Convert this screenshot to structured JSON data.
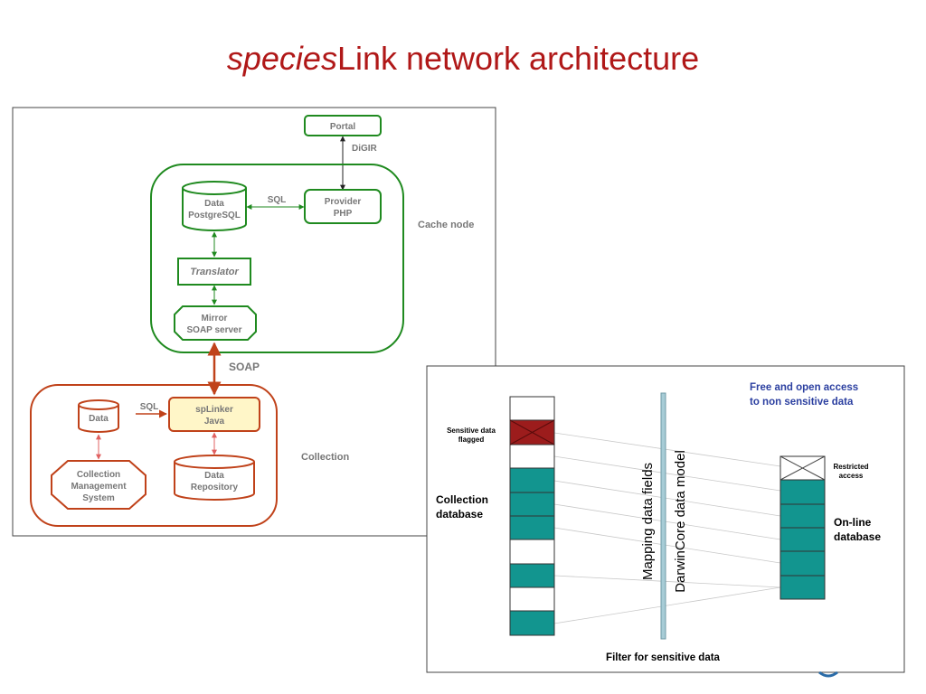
{
  "title": {
    "italic": "species",
    "rest": "Link network architecture"
  },
  "architecture": {
    "portal": "Portal",
    "digir": "DiGIR",
    "data_pg_line1": "Data",
    "data_pg_line2": "PostgreSQL",
    "sql_top": "SQL",
    "provider_line1": "Provider",
    "provider_line2": "PHP",
    "cache_node": "Cache node",
    "translator": "Translator",
    "mirror_line1": "Mirror",
    "mirror_line2": "SOAP server",
    "soap": "SOAP",
    "data_small": "Data",
    "sql_bottom": "SQL",
    "splinker_line1": "spLinker",
    "splinker_line2": "Java",
    "collection": "Collection",
    "cms_line1": "Collection",
    "cms_line2": "Management",
    "cms_line3": "System",
    "repo_line1": "Data",
    "repo_line2": "Repository"
  },
  "filter": {
    "free_line1": "Free and open access",
    "free_line2": "to non sensitive data",
    "sensitive_line1": "Sensitive data",
    "sensitive_line2": "flagged",
    "restricted_line1": "Restricted",
    "restricted_line2": "access",
    "collection_db_line1": "Collection",
    "collection_db_line2": "database",
    "online_db_line1": "On-line",
    "online_db_line2": "database",
    "mapping": "Mapping data fields",
    "darwincore": "DarwinCore data model",
    "footer": "Filter for sensitive data"
  },
  "colors": {
    "title_red": "#b01818",
    "green": "#1f8a1f",
    "orange": "#c0421a",
    "teal": "#12958f",
    "sensitive_red": "#9c1c1c",
    "free_blue": "#2b3fa0",
    "splinker_fill": "#fff6c8"
  }
}
